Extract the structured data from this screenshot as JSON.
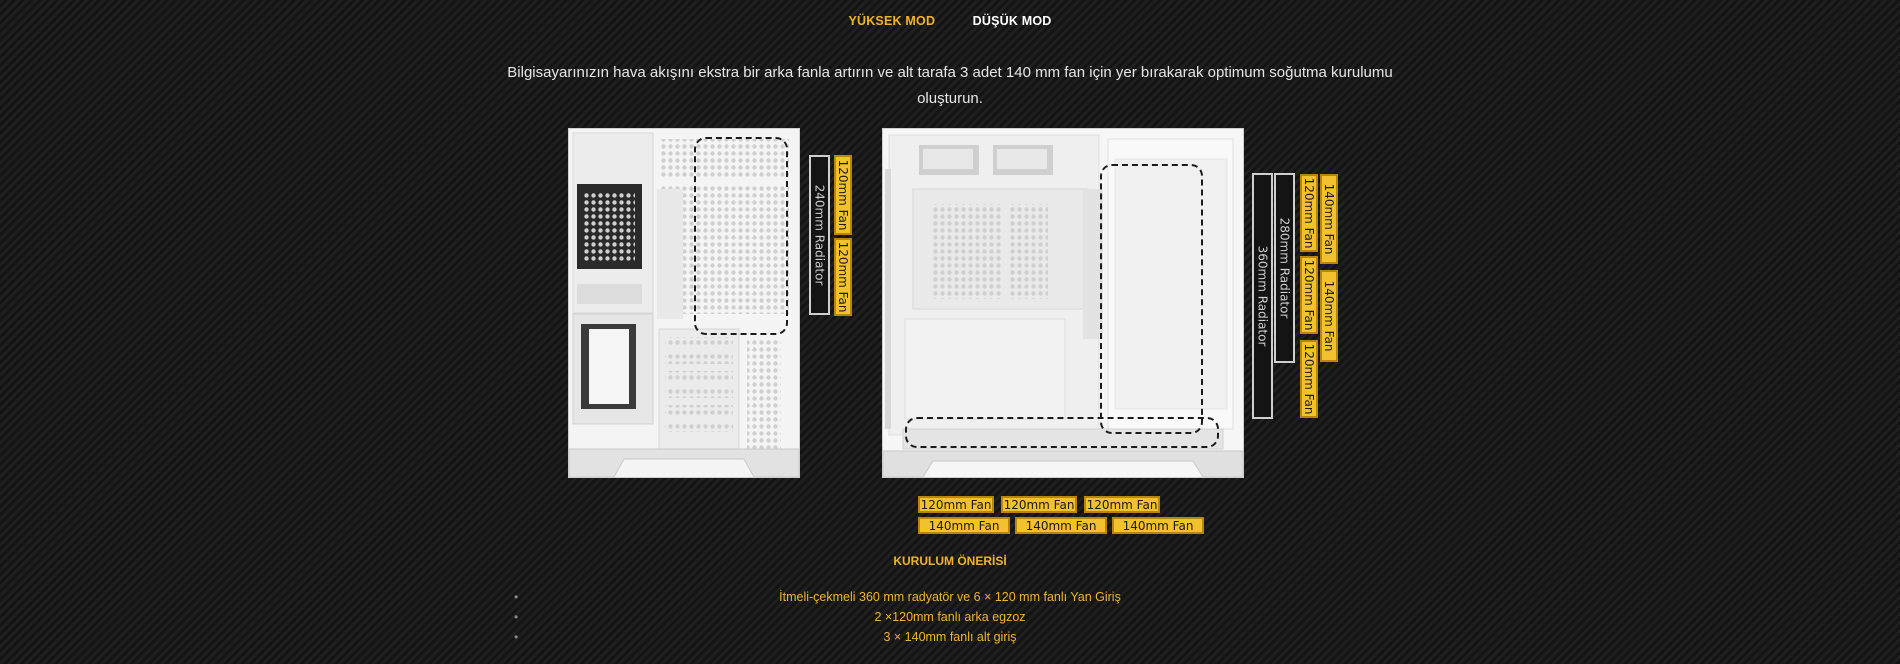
{
  "tabs": {
    "high_mode": "YÜKSEK MOD",
    "low_mode": "DÜŞÜK MOD",
    "active": "high_mode"
  },
  "description": "Bilgisayarınızın hava akışını ekstra bir arka fanla artırın ve alt tarafa 3 adet 140 mm fan için yer bırakarak optimum soğutma kurulumu oluşturun.",
  "rear_case": {
    "radiator": "240mm Radiator",
    "fans": [
      "120mm Fan",
      "120mm Fan"
    ]
  },
  "side_case": {
    "radiator_360": "360mm Radiator",
    "radiator_280": "280mm Radiator",
    "fans_120": [
      "120mm Fan",
      "120mm Fan",
      "120mm Fan"
    ],
    "fans_140": [
      "140mm Fan",
      "140mm Fan"
    ]
  },
  "bottom_fans": {
    "row_120": [
      "120mm Fan",
      "120mm Fan",
      "120mm Fan"
    ],
    "row_140": [
      "140mm Fan",
      "140mm Fan",
      "140mm Fan"
    ]
  },
  "recommendation": {
    "title": "KURULUM ÖNERİSİ",
    "items": [
      "İtmeli-çekmeli 360 mm radyatör ve 6 × 120 mm fanlı Yan Giriş",
      "2 ×120mm fanlı arka egzoz",
      "3 × 140mm fanlı alt giriş"
    ]
  },
  "colors": {
    "accent": "#f0b429",
    "fan_label_bg": "#f2c12e",
    "radiator_bg": "#141414"
  }
}
